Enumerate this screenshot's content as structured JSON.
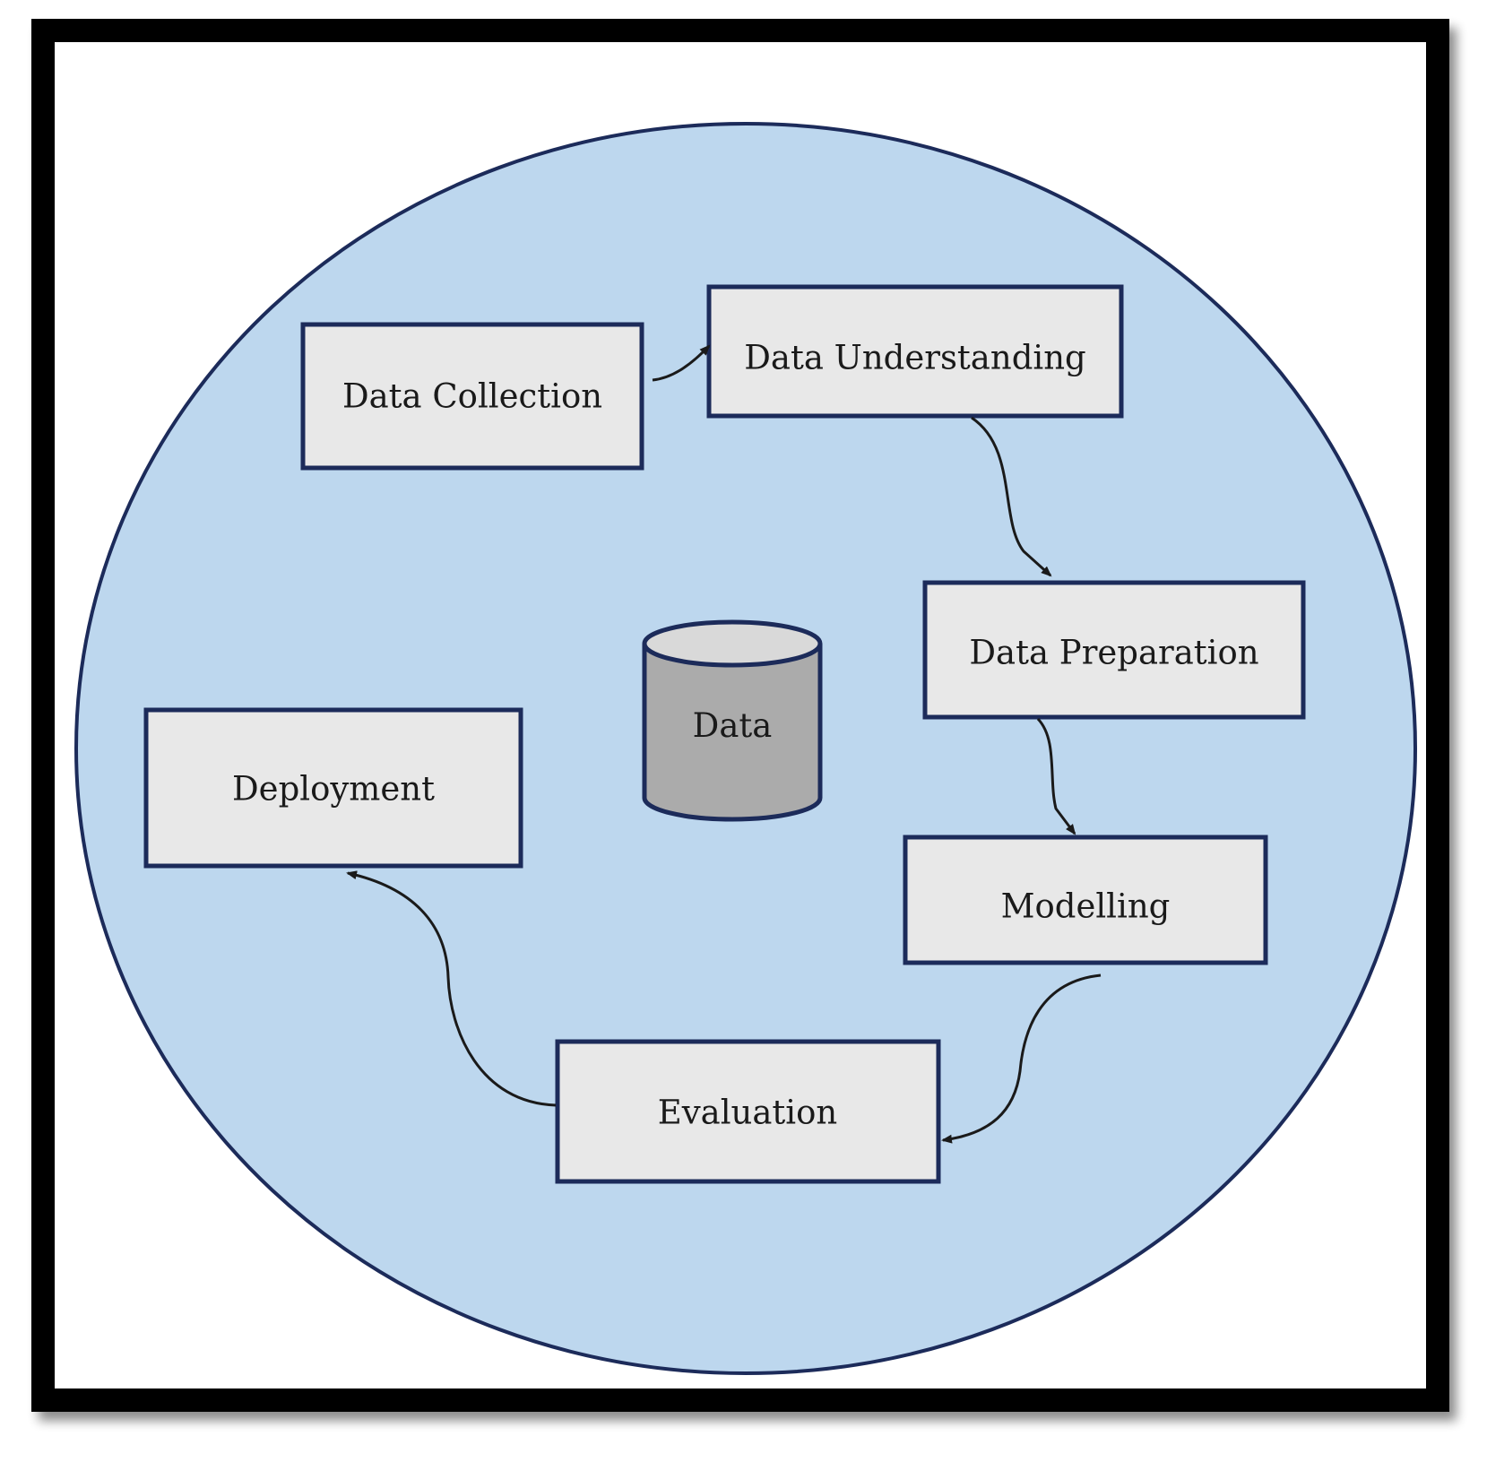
{
  "diagram": {
    "colors": {
      "circle_fill": "#bdd7ee",
      "circle_stroke": "#1c2b5a",
      "box_fill": "#e8e8e8",
      "box_stroke": "#1c2b5a",
      "cylinder_body": "#ababab",
      "cylinder_top": "#d9d9d9",
      "frame": "#000000"
    },
    "center": {
      "label": "Data"
    },
    "steps": [
      {
        "id": "data-collection",
        "label": "Data Collection"
      },
      {
        "id": "data-understanding",
        "label": "Data Understanding"
      },
      {
        "id": "data-preparation",
        "label": "Data Preparation"
      },
      {
        "id": "modelling",
        "label": "Modelling"
      },
      {
        "id": "evaluation",
        "label": "Evaluation"
      },
      {
        "id": "deployment",
        "label": "Deployment"
      }
    ],
    "edges": [
      {
        "from": "data-collection",
        "to": "data-understanding"
      },
      {
        "from": "data-understanding",
        "to": "data-preparation"
      },
      {
        "from": "data-preparation",
        "to": "modelling"
      },
      {
        "from": "modelling",
        "to": "evaluation"
      },
      {
        "from": "evaluation",
        "to": "deployment"
      }
    ]
  }
}
